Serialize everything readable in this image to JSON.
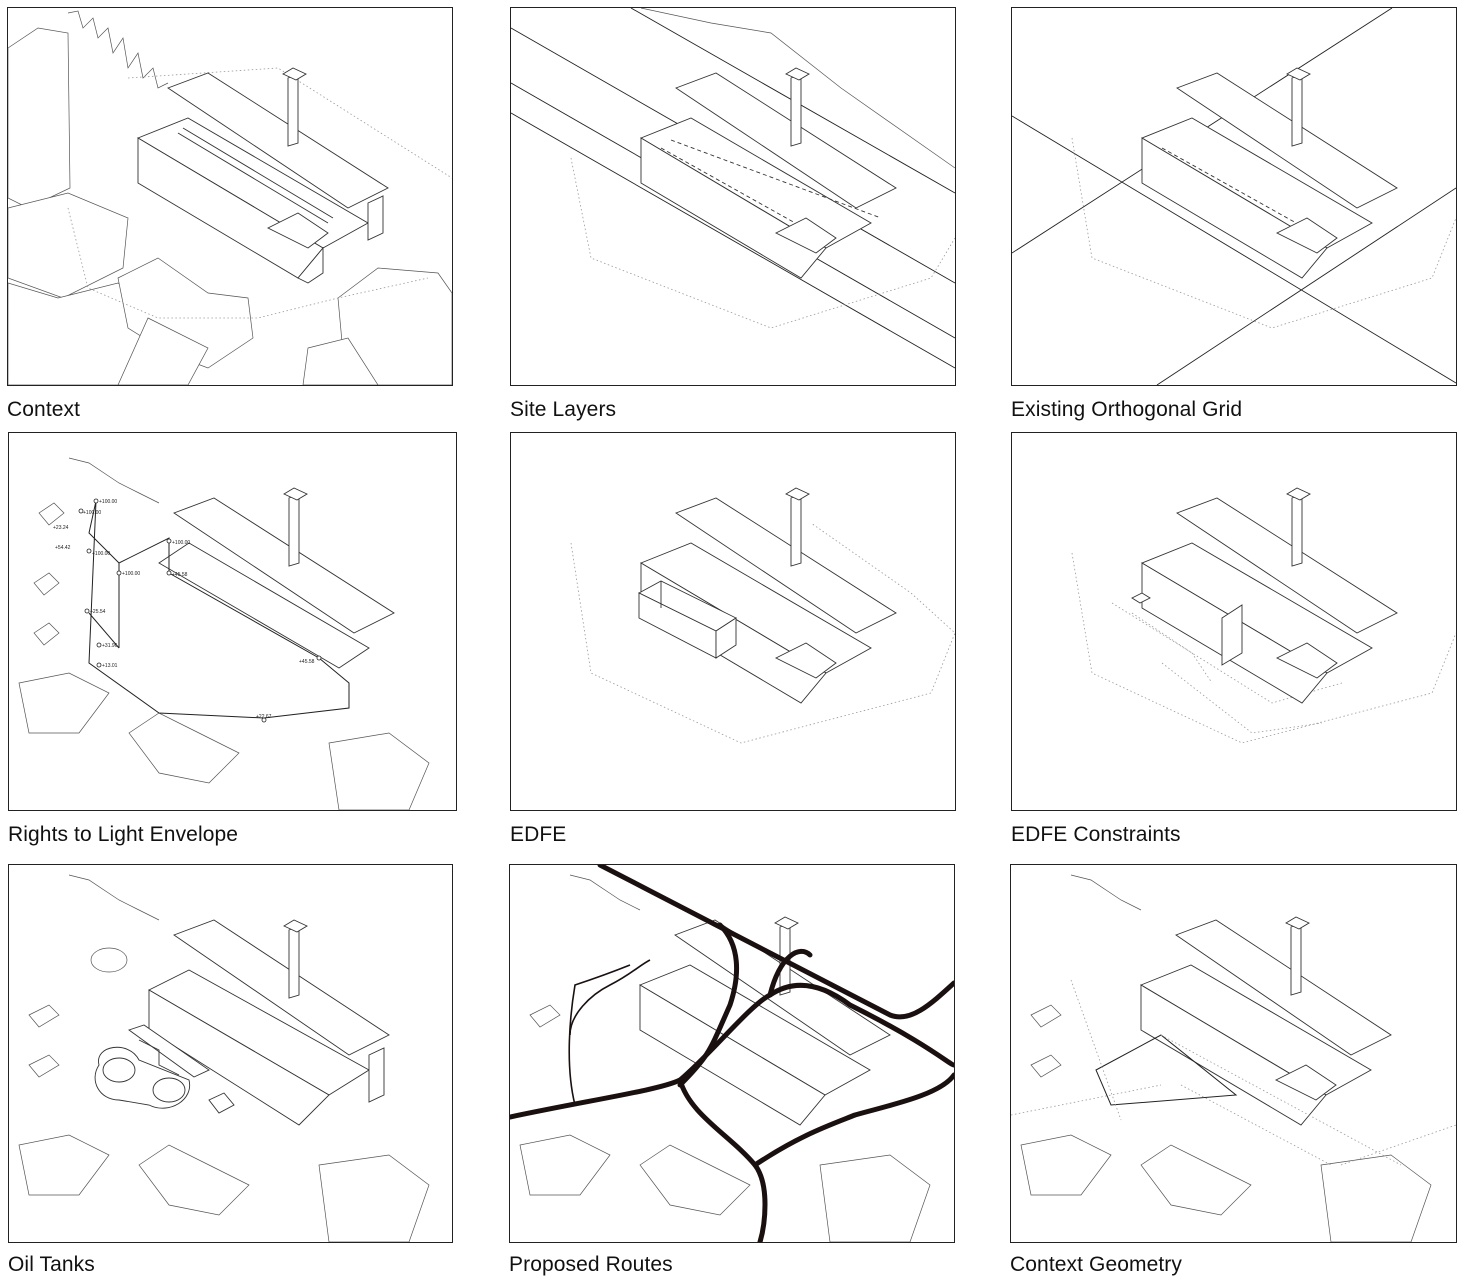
{
  "panels": [
    {
      "caption": "Context"
    },
    {
      "caption": "Site Layers"
    },
    {
      "caption": "Existing Orthogonal Grid"
    },
    {
      "caption": "Rights to Light Envelope"
    },
    {
      "caption": "EDFE"
    },
    {
      "caption": "EDFE Constraints"
    },
    {
      "caption": "Oil Tanks"
    },
    {
      "caption": "Proposed Routes"
    },
    {
      "caption": "Context Geometry"
    }
  ],
  "envelope_labels": [
    "+100.00",
    "+100.00",
    "+23.24",
    "+54.42",
    "+100.00",
    "+100.00",
    "+100.00",
    "+45.58",
    "+25.54",
    "+31.96",
    "+13.01",
    "+45.58",
    "+22.67"
  ]
}
